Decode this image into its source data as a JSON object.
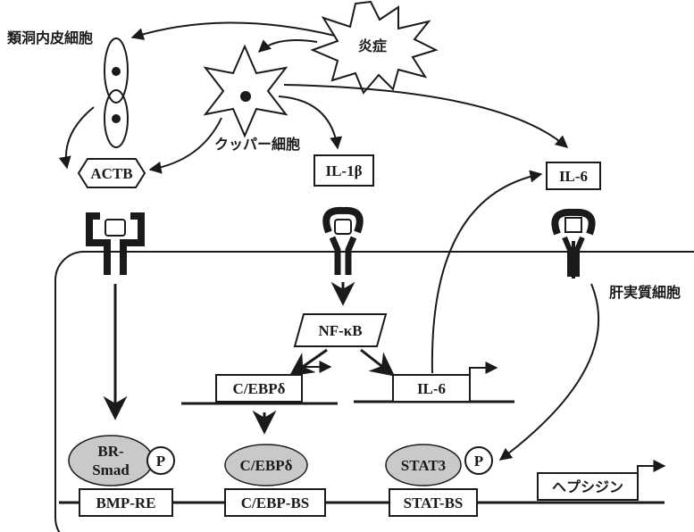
{
  "labels": {
    "sinusoidal_endothelial_cell": "類洞内皮細胞",
    "inflammation": "炎症",
    "kupffer_cell": "クッパー細胞",
    "hepatocyte": "肝実質細胞",
    "actb": "ACTB",
    "il1b": "IL-1β",
    "il6_ligand": "IL-6",
    "nfkb": "NF-κB",
    "cebpd_gene": "C/EBPδ",
    "il6_gene": "IL-6",
    "br_smad_line1": "BR-",
    "br_smad_line2": "Smad",
    "cebpd_protein": "C/EBPδ",
    "stat3": "STAT3",
    "phospho_1": "P",
    "phospho_2": "P",
    "bmp_re": "BMP-RE",
    "cebp_bs": "C/EBP-BS",
    "stat_bs": "STAT-BS",
    "hepcidin": "ヘプシジン"
  },
  "colors": {
    "ink": "#1a1a1a",
    "protein_fill": "#c9c9c9",
    "background": "#ffffff"
  }
}
